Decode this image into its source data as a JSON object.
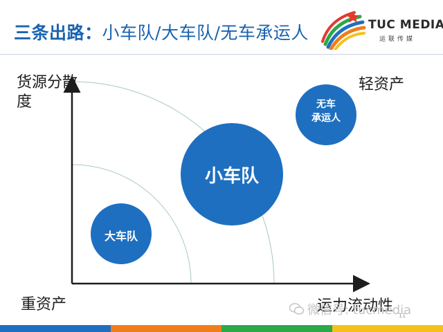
{
  "title": {
    "prefix": "三条出路：",
    "main": "小车队/大车队/无车承运人"
  },
  "logo": {
    "name": "TUC MEDIA",
    "sub": "运联传媒"
  },
  "axes": {
    "y_label": "货源分散度",
    "x_label": "运力流动性",
    "top_right": "轻资产",
    "bottom_left": "重资产"
  },
  "bubbles": {
    "small": "大车队",
    "big": "小车队",
    "top_line1": "无车",
    "top_line2": "承运人"
  },
  "watermark": {
    "text": "微信号: tucmedia"
  },
  "page_number": "11",
  "colors": {
    "title": "#1a63b0",
    "bubble": "#1e6fc0",
    "stripes": [
      "#1e6fc0",
      "#f07d1a",
      "#2aa84a",
      "#f2c21b"
    ]
  }
}
